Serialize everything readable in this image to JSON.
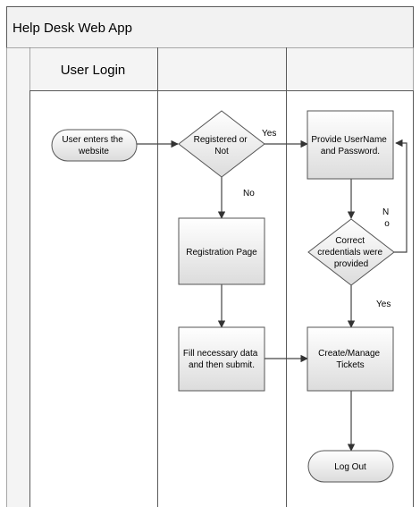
{
  "diagram": {
    "title": "Help Desk Web App",
    "lane_title": "User Login",
    "colors": {
      "header_fill": "#f2f2f2",
      "lane_fill": "#f4f4f4",
      "node_fill_top": "#ffffff",
      "node_fill_bottom": "#dcdcdc",
      "border": "#5a5a5a"
    },
    "nodes": {
      "start": "User enters the website",
      "registered_decision": "Registered or Not",
      "provide_credentials": "Provide UserName and Password.",
      "registration_page": "Registration Page",
      "credentials_decision": "Correct credentials were provided",
      "fill_data": "Fill necessary data and then submit.",
      "manage_tickets": "Create/Manage Tickets",
      "log_out": "Log Out"
    },
    "edge_labels": {
      "yes_registered": "Yes",
      "no_registered": "No",
      "no_credentials": "N o",
      "yes_credentials": "Yes"
    }
  }
}
